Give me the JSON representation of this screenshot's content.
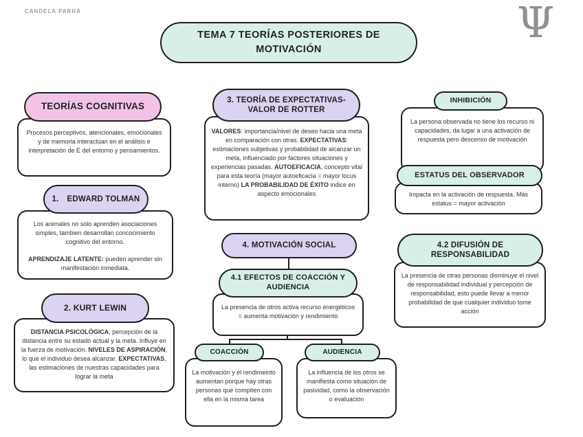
{
  "colors": {
    "mint": "#d8efe8",
    "pink": "#f2c3e7",
    "lavender": "#dcd2f1",
    "ink": "#1f1f1f"
  },
  "page": {
    "author": "CANDELA PARRA",
    "psi_symbol": "Ψ",
    "title": "TEMA 7 TEORÍAS POSTERIORES DE\nMOTIVACIÓN"
  },
  "left": {
    "cognitivas": {
      "title": "TEORÍAS COGNITIVAS",
      "body": "Procesos perceptivos, atencionales, emocionales y de memoria interactúan en el análisis e interpretación de E del entorno y pensamientos."
    },
    "tolman": {
      "num": "1.",
      "name": "EDWARD TOLMAN",
      "para1": "Los animales no solo aprenden asociaciones simples, tambien desarrollan concocimiento cognitivo del entorno.",
      "para2_bold": "APRENDIZAJE LATENTE:",
      "para2_rest": " pueden aprender sin manifestación inmediata."
    },
    "lewin": {
      "title": "2. KURT LEWIN",
      "seg": [
        "DISTANCIA PSICOLÓGICA",
        ", percepción de la distancia entre su estado actual y la meta. Influye en la fuerza de motivación. ",
        "NIVELES DE ASPIRACIÓN",
        ", lo que el individuo desea alcanzar. ",
        "EXPECTATIVAS",
        ", las estimaciones de nuestras capacidades para lograr la meta"
      ]
    }
  },
  "middle": {
    "rotter": {
      "title": "3. TEORÍA DE EXPECTATIVAS-\nVALOR DE ROTTER",
      "seg": [
        "VALORES",
        ": importancia/nivel de deseo hacia una meta en comparación con otras. ",
        "EXPECTATIVAS",
        ": estimaciones subjetivas y probabilidad de alcanzar un meta, influenciado por factores situaciones y experiencias pasadas. ",
        "AUTOEFICACIA",
        ", concepto vital para esta teoría (mayor autoeficacia = mayor locus interno) ",
        "LA PROBABILIDAD DE ÉXITO",
        " indice en aspecto emocionales"
      ]
    },
    "motivacion": {
      "title": "4. MOTIVACIÓN SOCIAL"
    },
    "efectos": {
      "title": "4.1 EFECTOS DE COACCIÓN Y\nAUDIENCIA",
      "body": "La presencia de otros activa recurso energéticos = aumenta motivación y rendimiento"
    },
    "coaccion": {
      "title": "COACCIÓN",
      "body": "La motivación y el rendimeinto aumentan porque hay otras personas que compiten con ella en la misma tarea"
    },
    "audiencia": {
      "title": "AUDIENCIA",
      "body": "La influencia de los otros se manifiesta como situación de pasividad, como la observación o evaluación"
    }
  },
  "right": {
    "inhibicion": {
      "title": "INHIBICIÓN",
      "body": "La persona observada no tiene los recurso ni capacidades, da lugar a una activación de respuesta pero descenso de motivación"
    },
    "estatus": {
      "title": "ESTATUS DEL OBSERVADOR",
      "body": "Impacta en la activación de respuesta. Más estatus = mayor activación"
    },
    "difusion": {
      "title": "4.2 DIFUSIÓN DE\nRESPONSABILIDAD",
      "body": "La presencia de otras personas disminuye el nivel de responsabilidad individual y percepción de responsabilidad, esto puede llevar a menor probabilidad de que cualquier individuo tome acción"
    }
  }
}
